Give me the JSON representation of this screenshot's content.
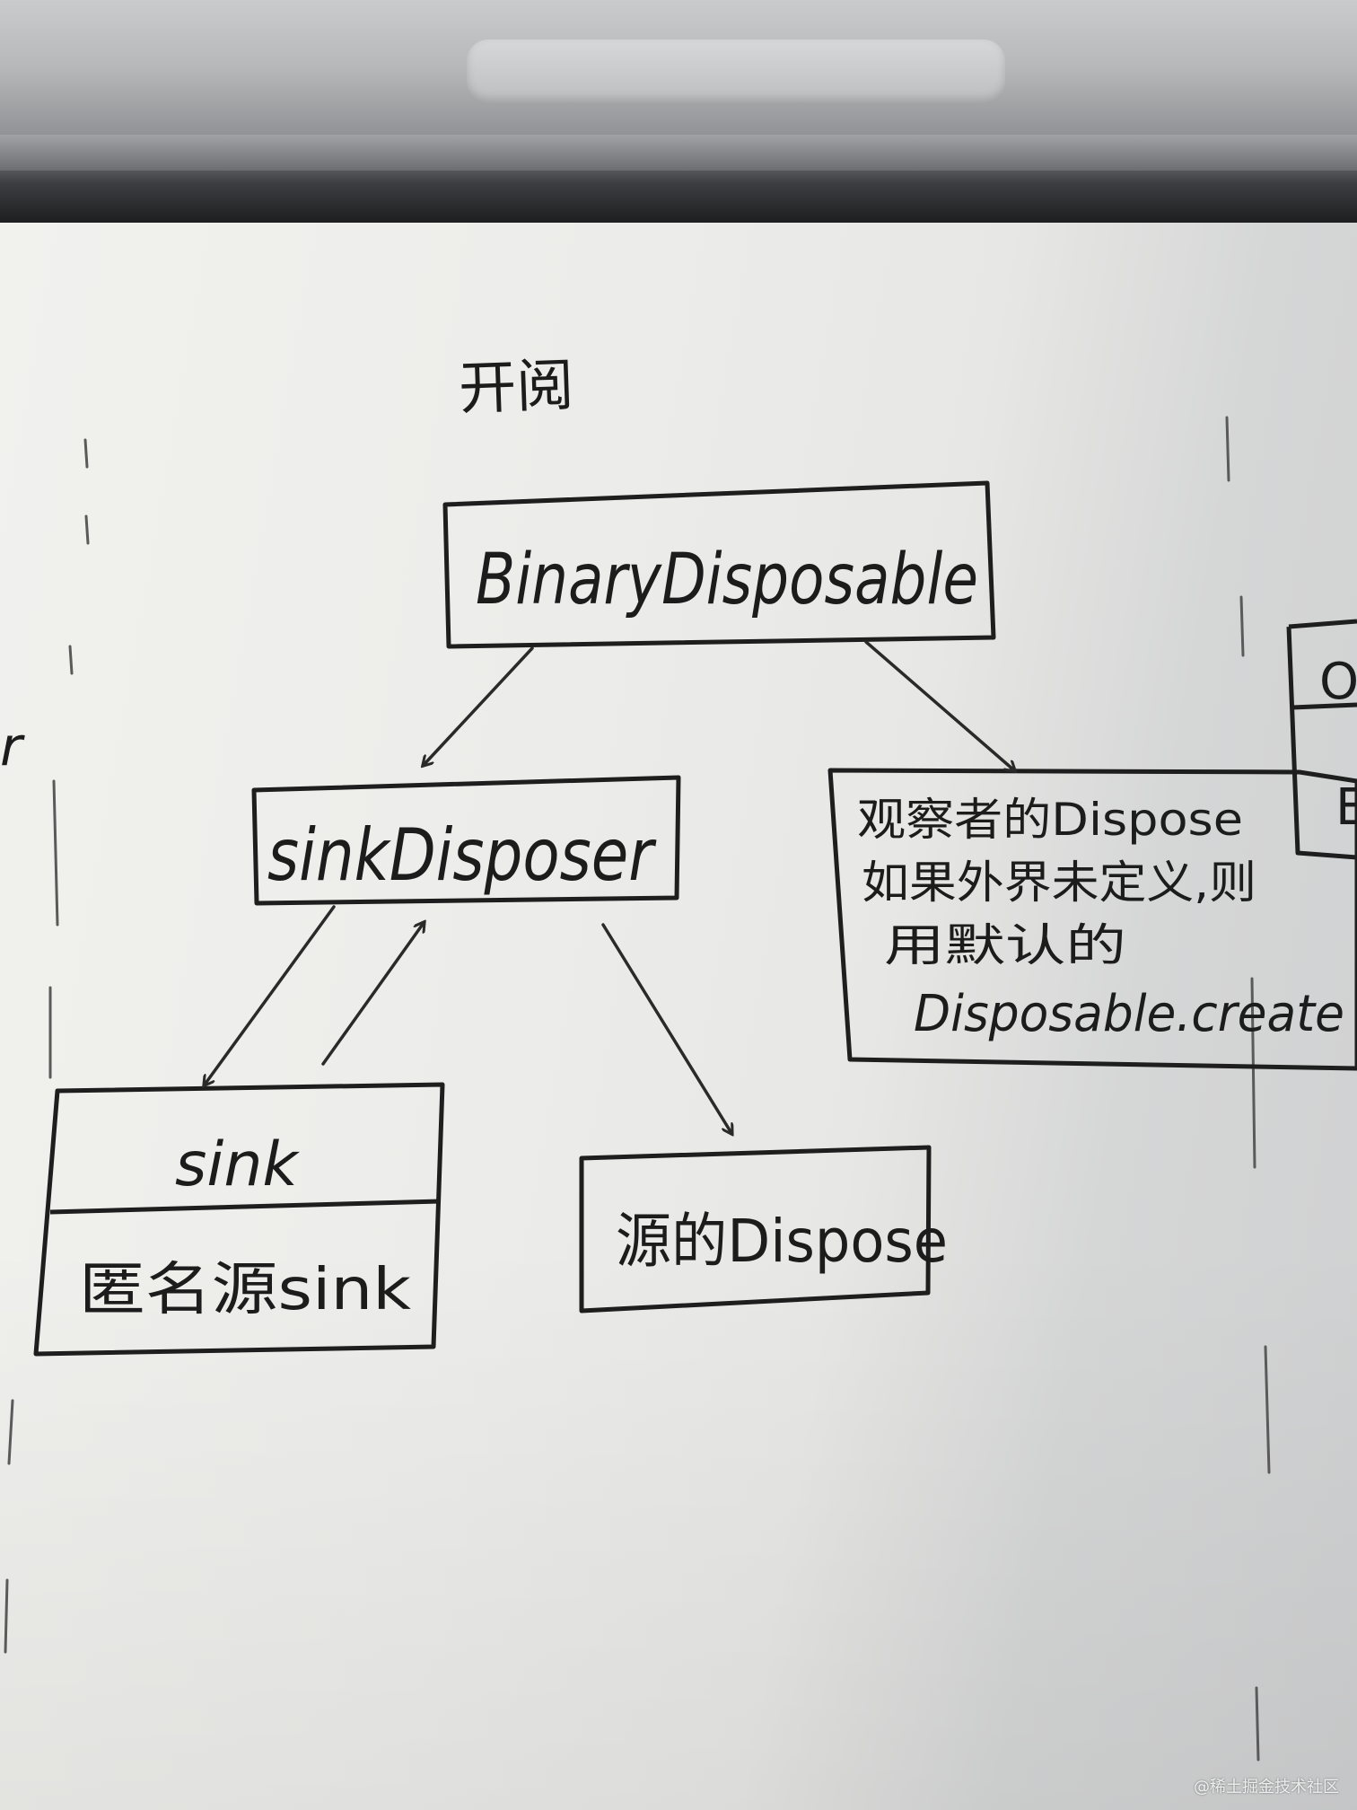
{
  "heading": "开阅",
  "boxes": {
    "binary": "BinaryDisposable",
    "sink_disposer": "sinkDisposer",
    "sink_title": "sink",
    "sink_body": "匿名源sink",
    "source": "源的Dispose",
    "observer_line1": "观察者的Dispose",
    "observer_line2": "如果外界未定义,则",
    "observer_line3": "用默认的",
    "observer_line4": "Disposable.create",
    "cut_top": "Ob",
    "cut_bottom": "E",
    "left_edge": "r"
  },
  "watermark": "@稀土掘金技术社区"
}
